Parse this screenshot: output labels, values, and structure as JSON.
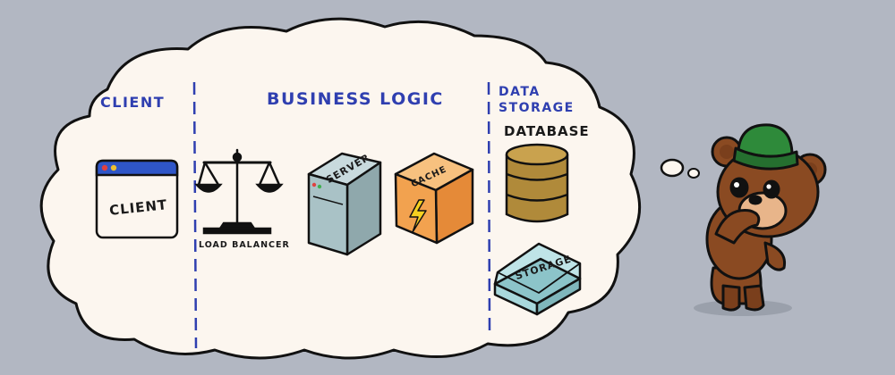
{
  "sections": {
    "client": "CLIENT",
    "business_logic": "BUSINESS LOGIC",
    "data_storage_line1": "DATA",
    "data_storage_line2": "STORAGE"
  },
  "components": {
    "client_window": "CLIENT",
    "load_balancer": "LOAD BALANCER",
    "server": "SERVER",
    "cache": "CACHE",
    "database": "DATABASE",
    "storage": "STORAGE"
  },
  "colors": {
    "background": "#b2b7c2",
    "cloud_fill": "#fcf6ef",
    "section_label": "#2f3fb0",
    "divider": "#2f3fb0",
    "server_body": "#a9c2c6",
    "cache_box": "#f2a24f",
    "database": "#b08a3a",
    "storage": "#a8d8dc",
    "bear": "#8a4a22",
    "hat": "#2e8a3a"
  }
}
